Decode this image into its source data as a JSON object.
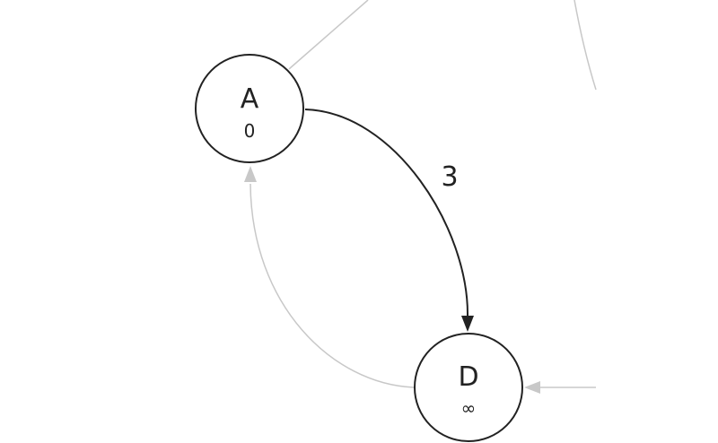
{
  "nodes": [
    {
      "id": "A",
      "label": "A",
      "distance": "0"
    },
    {
      "id": "D",
      "label": "D",
      "distance": "∞"
    }
  ],
  "edges": [
    {
      "from": "A",
      "to": "D",
      "weight": "3",
      "highlighted": true
    }
  ],
  "colors": {
    "active": "#222222",
    "inactive": "#c8c8c8"
  }
}
